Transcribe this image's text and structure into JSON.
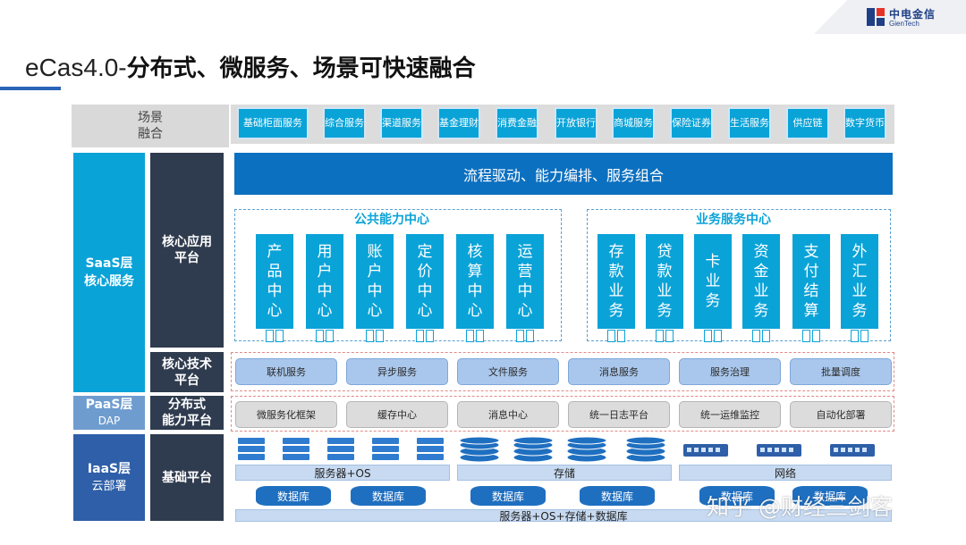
{
  "header": {
    "title_prefix": "eCas4.0-",
    "title_main": "分布式、微服务、场景可快速融合"
  },
  "logo": {
    "name_cn": "中电金信",
    "name_en": "GienTech"
  },
  "left_col": {
    "scene": "场景\n融合",
    "saas": "SaaS层\n核心服务",
    "paas_title": "PaaS层",
    "paas_sub": "DAP",
    "iaas_title": "IaaS层",
    "iaas_sub": "云部署"
  },
  "mid_col": {
    "core_app": "核心应用\n平台",
    "core_tech": "核心技术\n平台",
    "distributed": "分布式\n能力平台",
    "base": "基础平台"
  },
  "scenes": [
    "基础柜面服务",
    "综合服务",
    "渠道服务",
    "基金理财",
    "消费金融",
    "开放银行",
    "商城服务",
    "保险证券",
    "生活服务",
    "供应链",
    "数字货币"
  ],
  "flow_bar": "流程驱动、能力编排、服务组合",
  "public_center": {
    "title": "公共能力中心",
    "items": [
      "产品中心",
      "用户中心",
      "账户中心",
      "定价中心",
      "核算中心",
      "运营中心"
    ]
  },
  "business_center": {
    "title": "业务服务中心",
    "items": [
      "存款业务",
      "贷款业务",
      "卡业务",
      "资金业务",
      "支付结算",
      "外汇业务"
    ]
  },
  "tech_services": [
    "联机服务",
    "异步服务",
    "文件服务",
    "消息服务",
    "服务治理",
    "批量调度"
  ],
  "dist_services": [
    "微服务化框架",
    "缓存中心",
    "消息中心",
    "统一日志平台",
    "统一运维监控",
    "自动化部署"
  ],
  "infra": {
    "server_label": "服务器+OS",
    "storage_label": "存储",
    "network_label": "网络",
    "db_label": "数据库",
    "bottom_label": "服务器+OS+存储+数据库"
  },
  "watermark": "知乎 @财经三剑客",
  "colors": {
    "cyan": "#0aa3d8",
    "dark_blue": "#0c70c0",
    "navy": "#2f3b4e",
    "service_blue": "#a9c7ec"
  }
}
